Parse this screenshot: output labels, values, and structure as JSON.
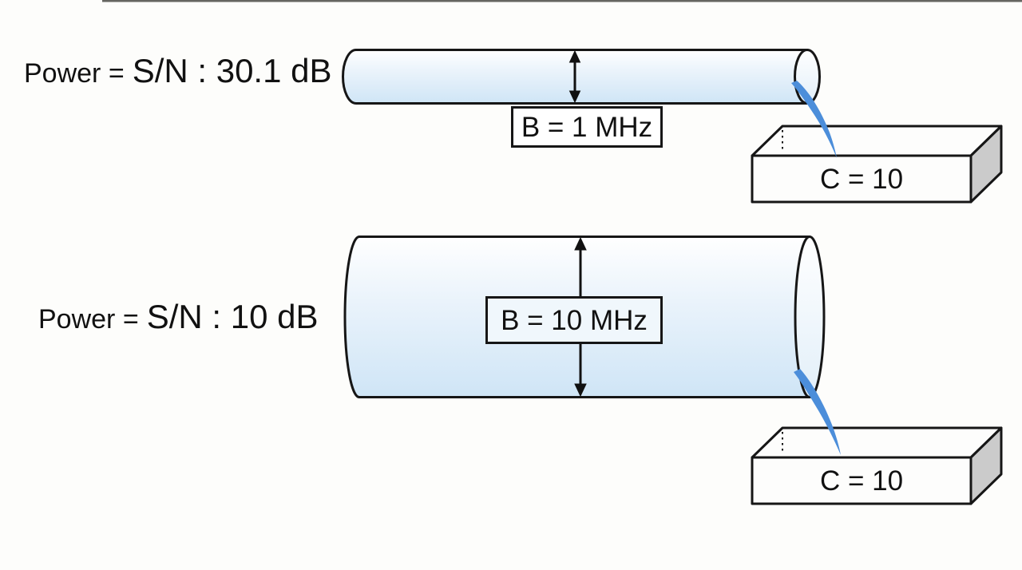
{
  "figure": {
    "background": "#fdfdfb",
    "top_edge_line_color": "#4b4b45",
    "rows": {
      "row1": {
        "power_prefix": "Power =",
        "power_value": "S/N : 30.1 dB",
        "bandwidth_label": "B = 1 MHz",
        "capacity_label": "C = 10"
      },
      "row2": {
        "power_prefix": "Power =",
        "power_value": "S/N : 10 dB",
        "bandwidth_label": "B = 10 MHz",
        "capacity_label": "C = 10"
      }
    },
    "colors": {
      "outline": "#161616",
      "pipe_fill_bottom": "#cfe5f6",
      "stream_blue": "#4c8eda",
      "box_side_gray": "#cbcbcb",
      "box_face_white": "#fdfdfc"
    },
    "icons": {
      "arrow1": "double-vertical-arrow-icon",
      "arrow2": "double-vertical-arrow-icon",
      "stream1": "water-stream-icon",
      "stream2": "water-stream-icon"
    }
  }
}
